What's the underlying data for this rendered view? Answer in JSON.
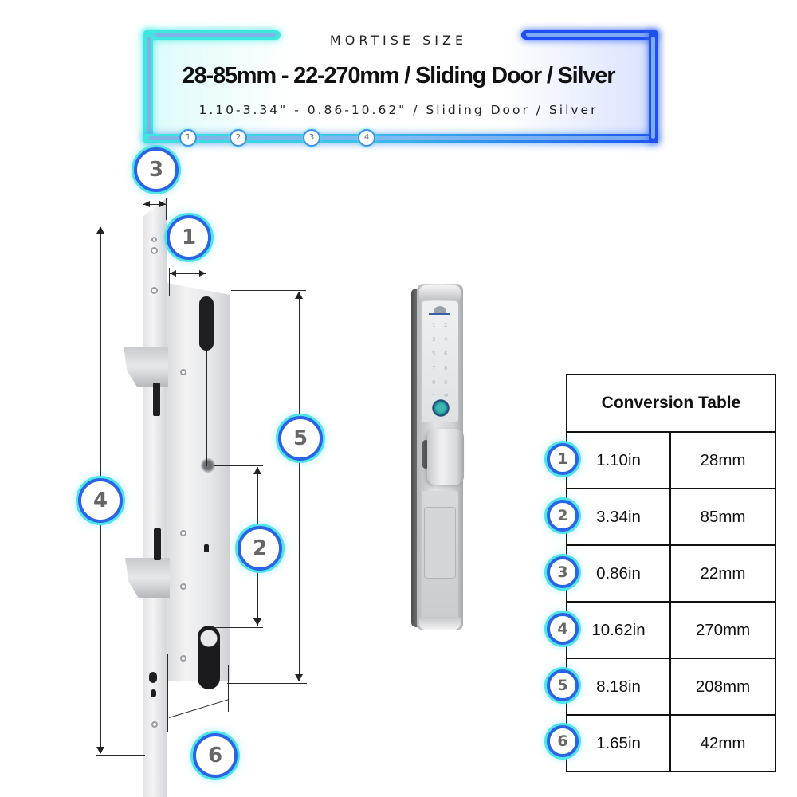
{
  "header": {
    "label": "MORTISE SIZE",
    "title": "28-85mm - 22-270mm / Sliding Door / Silver",
    "subtitle": "1.10-3.34\" - 0.86-10.62\" / Sliding Door / Silver",
    "mini_badges": [
      "1",
      "2",
      "3",
      "4"
    ]
  },
  "colors": {
    "frame_cyan": "#3ee6e0",
    "frame_blue": "#1f4ff0",
    "badge_ring_blue": "#2b63e6",
    "badge_ring_cyan": "#4ee5e6",
    "badge_text": "#666666",
    "table_border": "#111111"
  },
  "diagram": {
    "callouts": [
      {
        "id": "1",
        "label": "1"
      },
      {
        "id": "2",
        "label": "2"
      },
      {
        "id": "3",
        "label": "3"
      },
      {
        "id": "4",
        "label": "4"
      },
      {
        "id": "5",
        "label": "5"
      },
      {
        "id": "6",
        "label": "6"
      }
    ]
  },
  "device": {
    "keypad": [
      "1",
      "2",
      "3",
      "4",
      "5",
      "6",
      "7",
      "8",
      "9",
      "0",
      "*",
      "#"
    ]
  },
  "table": {
    "title": "Conversion Table",
    "rows": [
      {
        "badge": "1",
        "inches": "1.10in",
        "mm": "28mm"
      },
      {
        "badge": "2",
        "inches": "3.34in",
        "mm": "85mm"
      },
      {
        "badge": "3",
        "inches": "0.86in",
        "mm": "22mm"
      },
      {
        "badge": "4",
        "inches": "10.62in",
        "mm": "270mm"
      },
      {
        "badge": "5",
        "inches": "8.18in",
        "mm": "208mm"
      },
      {
        "badge": "6",
        "inches": "1.65in",
        "mm": "42mm"
      }
    ]
  }
}
